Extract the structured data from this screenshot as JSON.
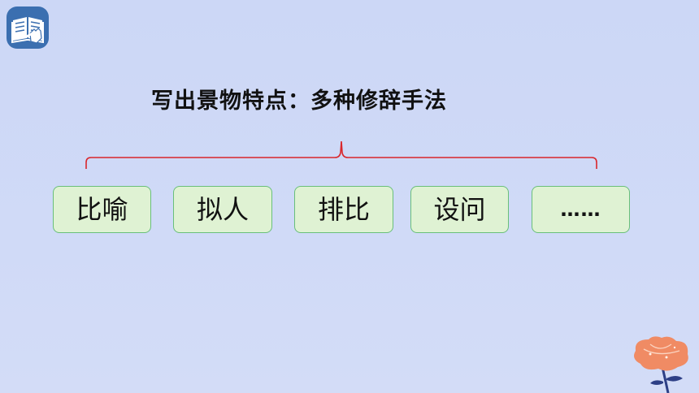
{
  "heading": "写出景物特点：多种修辞手法",
  "techniques": [
    {
      "label": "比喻"
    },
    {
      "label": "拟人"
    },
    {
      "label": "排比"
    },
    {
      "label": "设问"
    },
    {
      "label": "……"
    }
  ],
  "colors": {
    "background": "#cdd8f7",
    "box_fill": "#dff2d3",
    "box_border": "#69bf7a",
    "brace": "#d9262b",
    "icon": "#3b6fb0",
    "flower": "#f08b64"
  },
  "icons": [
    "book-reading-icon",
    "flower-decoration"
  ]
}
